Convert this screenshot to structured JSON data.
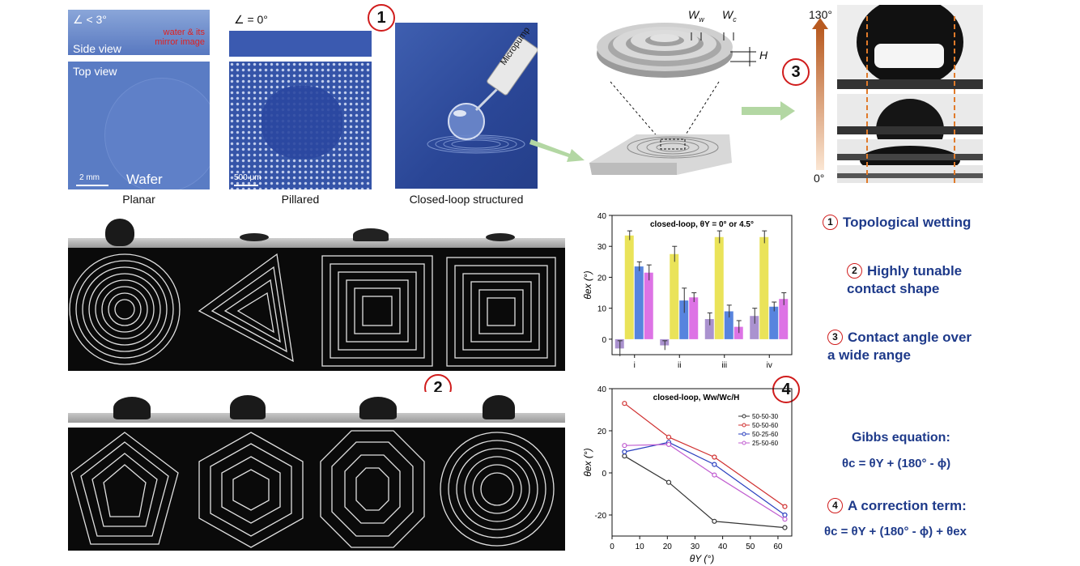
{
  "top": {
    "planar": {
      "angle": "∠ < 3°",
      "side_view": "Side view",
      "water_note": "water & its\nmirror image",
      "top_view": "Top view",
      "scale": "2 mm",
      "wafer": "Wafer",
      "caption": "Planar"
    },
    "pillared": {
      "angle": "∠ = 0°",
      "scale": "500 μm",
      "caption": "Pillared"
    },
    "closed_loop": {
      "pump": "Micropump",
      "caption": "Closed-loop structured"
    },
    "schematic": {
      "ww": "W",
      "ww_sub": "w",
      "wc": "W",
      "wc_sub": "c",
      "h": "H"
    },
    "angle_bar": {
      "top": "130°",
      "bottom": "0°"
    }
  },
  "badges": {
    "b1": "1",
    "b2": "2",
    "b3": "3",
    "b4": "4"
  },
  "chart_data": [
    {
      "type": "bar",
      "title": "closed-loop, θY = 0° or 4.5°",
      "ylabel": "θex (°)",
      "ylim": [
        -5,
        40
      ],
      "yticks": [
        0,
        10,
        20,
        30,
        40
      ],
      "categories": [
        "i",
        "ii",
        "iii",
        "iv"
      ],
      "series": [
        {
          "color": "#9b7fc7",
          "values": [
            -3,
            -2,
            6.5,
            7.5
          ],
          "errors": [
            2.5,
            1.5,
            2,
            2.5
          ]
        },
        {
          "color": "#e6de3c",
          "values": [
            33.5,
            27.5,
            33,
            33
          ],
          "errors": [
            1.5,
            2.5,
            2,
            2
          ]
        },
        {
          "color": "#3a6fd8",
          "values": [
            23.5,
            12.5,
            9,
            10.5
          ],
          "errors": [
            1.5,
            4,
            2,
            1.5
          ]
        },
        {
          "color": "#d75be0",
          "values": [
            21.5,
            13.5,
            4,
            13
          ],
          "errors": [
            2.5,
            1.5,
            2,
            2
          ]
        }
      ]
    },
    {
      "type": "line",
      "title": "closed-loop, Ww/Wc/H",
      "xlabel": "θY (°)",
      "ylabel": "θex (°)",
      "xlim": [
        0,
        65
      ],
      "ylim": [
        -30,
        40
      ],
      "xticks": [
        0,
        10,
        20,
        30,
        40,
        50,
        60
      ],
      "yticks": [
        -20,
        0,
        20,
        40
      ],
      "legend_position": "right",
      "x": [
        4.5,
        20.5,
        37,
        62.5
      ],
      "series": [
        {
          "name": "50-50-30",
          "color": "#333333",
          "values": [
            8,
            -4.5,
            -23,
            -26
          ]
        },
        {
          "name": "50-50-60",
          "color": "#d03030",
          "values": [
            33,
            17,
            7.5,
            -16
          ]
        },
        {
          "name": "50-25-60",
          "color": "#2a3fbf",
          "values": [
            10,
            14.5,
            4,
            -20
          ]
        },
        {
          "name": "25-50-60",
          "color": "#c05cd0",
          "values": [
            13,
            13.5,
            -1,
            -22
          ]
        }
      ]
    }
  ],
  "right_text": {
    "item1": "Topological wetting",
    "item2a": "Highly tunable",
    "item2b": "contact shape",
    "item3a": "Contact angle over",
    "item3b": "a wide range",
    "gibbs_title": "Gibbs equation:",
    "gibbs_eq": "θc = θY + (180° - ϕ)",
    "item4": "A correction term:",
    "corr_eq": "θc = θY + (180° - ϕ) + θex"
  }
}
